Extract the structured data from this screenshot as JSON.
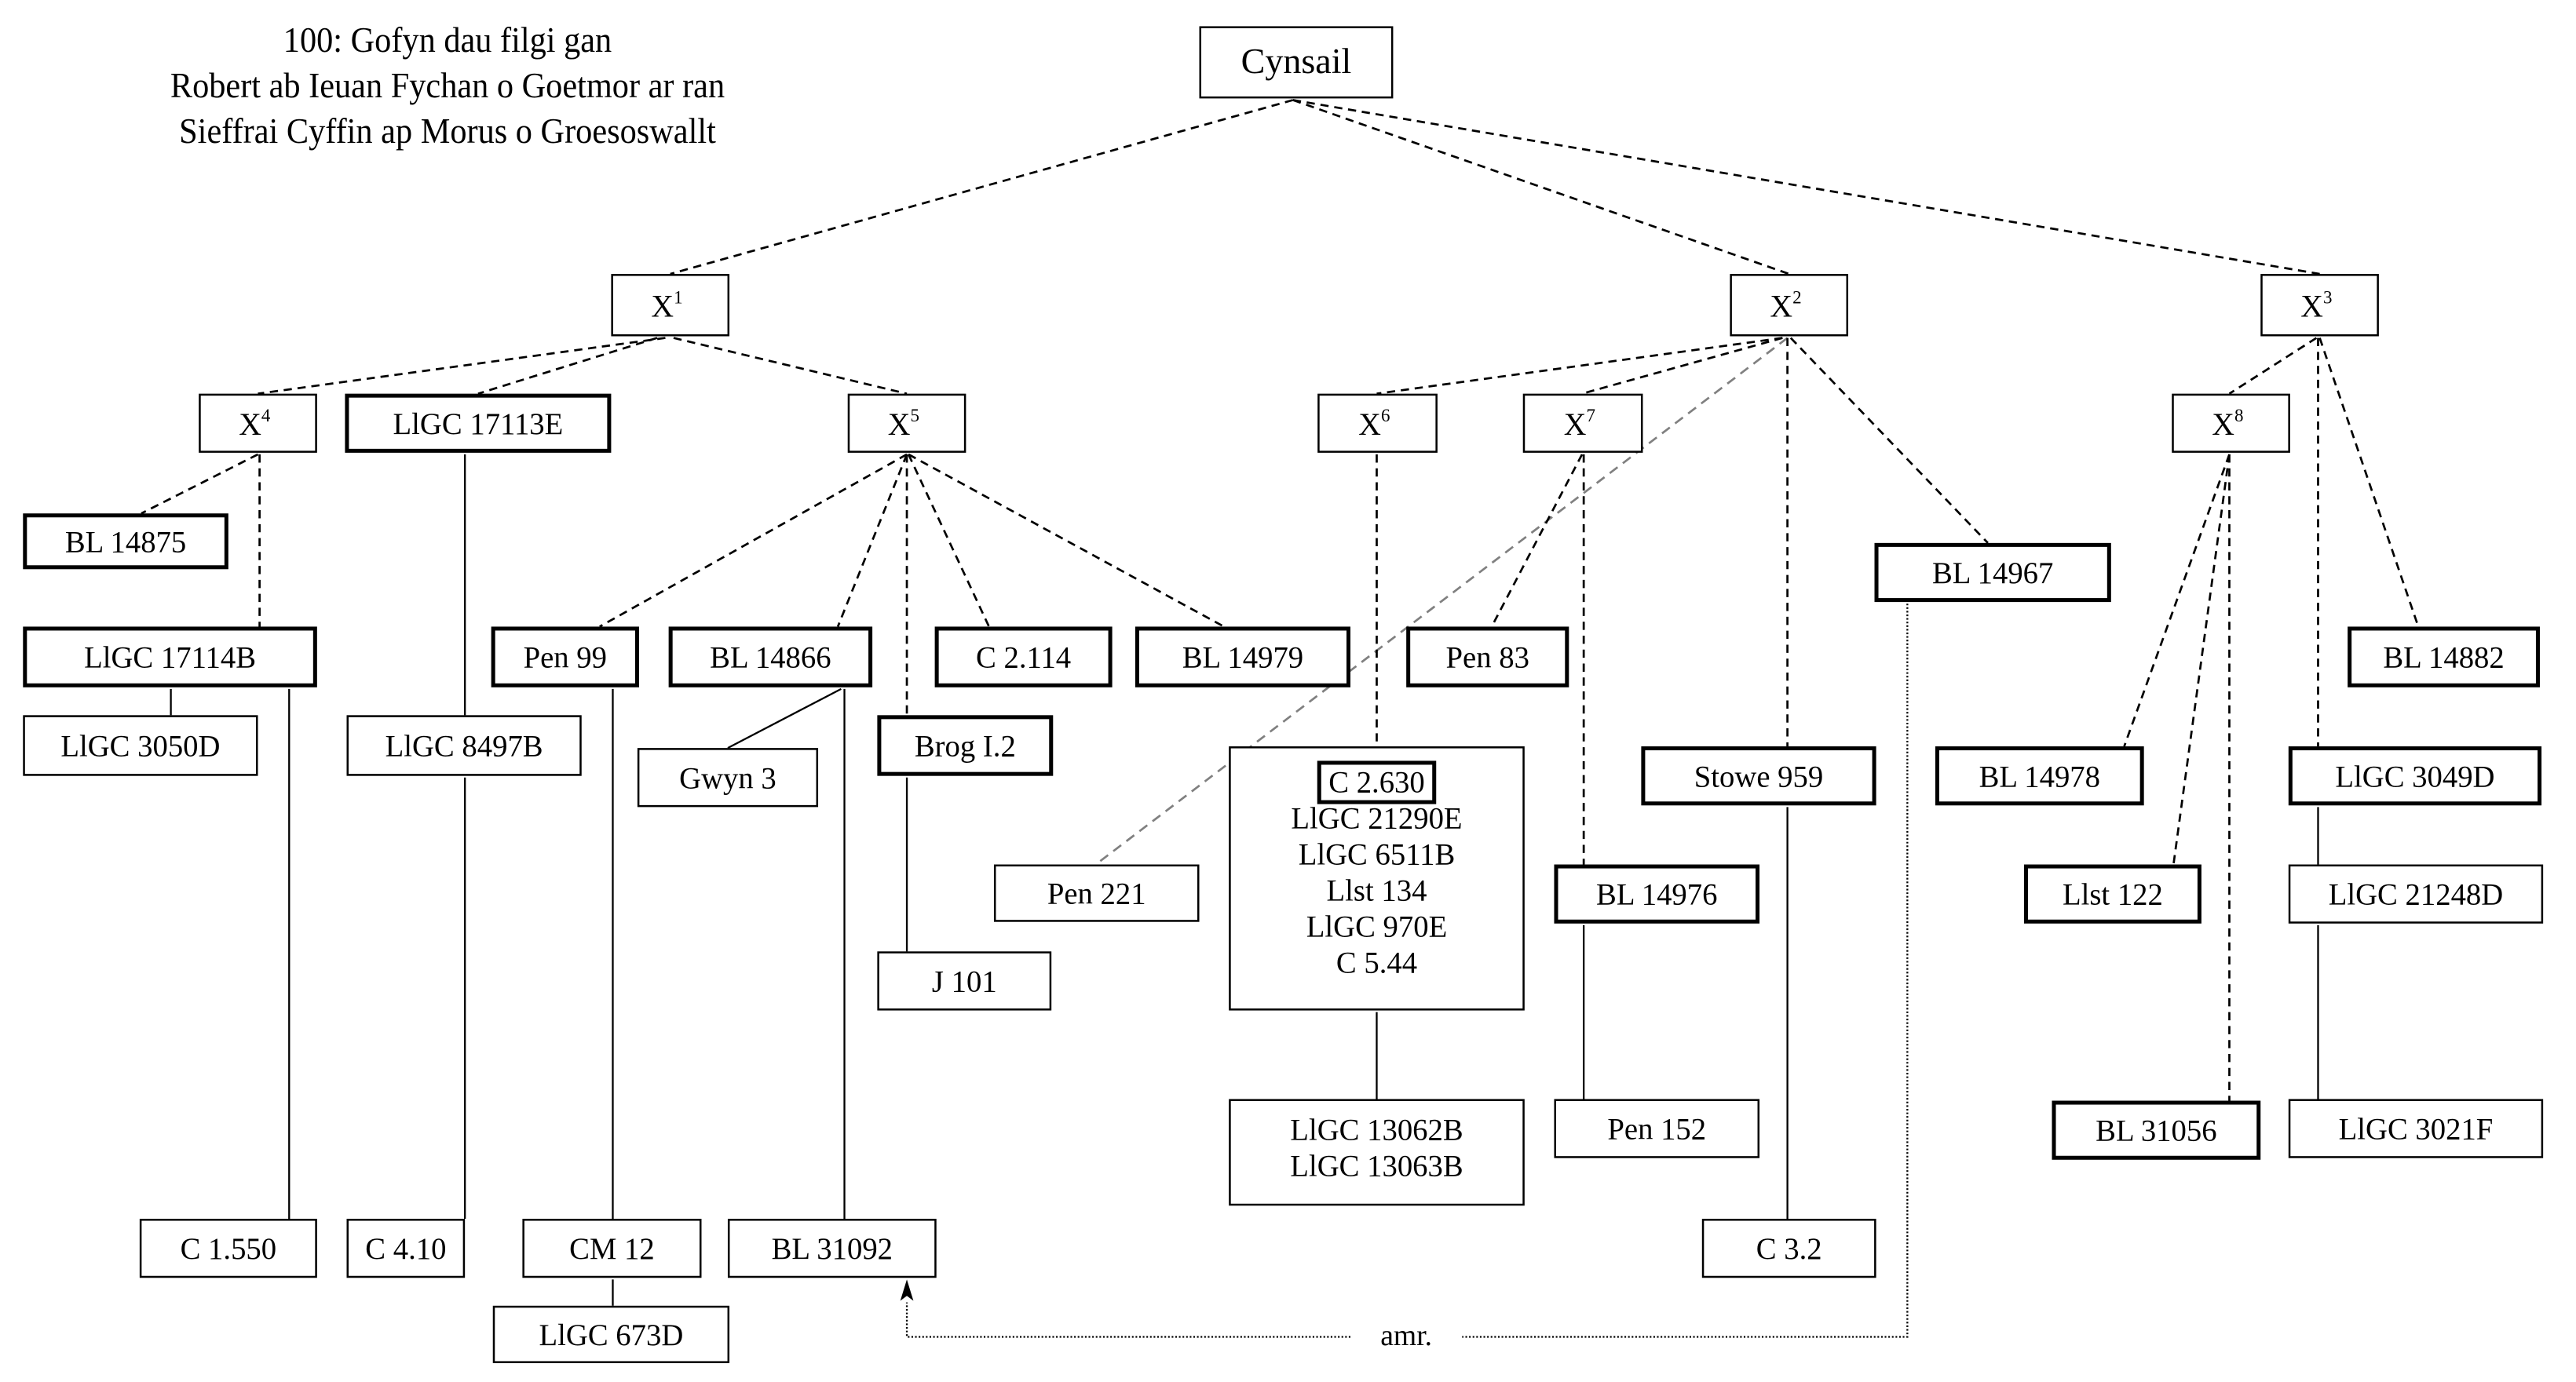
{
  "title": {
    "line1": "100: Gofyn dau filgi gan",
    "line2": "Robert ab Ieuan Fychan o Goetmor ar ran",
    "line3": "Sieffrai Cyffin ap Morus o Groesoswallt"
  },
  "nodes": [
    {
      "id": "cynsail",
      "label": "Cynsail",
      "kind": "archetype"
    },
    {
      "id": "x1",
      "label": "X",
      "sup": "1",
      "kind": "hyparchetype"
    },
    {
      "id": "x2",
      "label": "X",
      "sup": "2",
      "kind": "hyparchetype"
    },
    {
      "id": "x3",
      "label": "X",
      "sup": "3",
      "kind": "hyparchetype"
    },
    {
      "id": "x4",
      "label": "X",
      "sup": "4",
      "kind": "hyparchetype"
    },
    {
      "id": "x5",
      "label": "X",
      "sup": "5",
      "kind": "hyparchetype"
    },
    {
      "id": "x6",
      "label": "X",
      "sup": "6",
      "kind": "hyparchetype"
    },
    {
      "id": "x7",
      "label": "X",
      "sup": "7",
      "kind": "hyparchetype"
    },
    {
      "id": "x8",
      "label": "X",
      "sup": "8",
      "kind": "hyparchetype"
    },
    {
      "id": "llgc17113e",
      "label": "LlGC 17113E",
      "kind": "primary"
    },
    {
      "id": "bl14875",
      "label": "BL 14875",
      "kind": "primary"
    },
    {
      "id": "bl14967",
      "label": "BL 14967",
      "kind": "primary"
    },
    {
      "id": "llgc17114b",
      "label": "LlGC 17114B",
      "kind": "primary"
    },
    {
      "id": "pen99",
      "label": "Pen 99",
      "kind": "primary"
    },
    {
      "id": "bl14866",
      "label": "BL 14866",
      "kind": "primary"
    },
    {
      "id": "c2114",
      "label": "C 2.114",
      "kind": "primary"
    },
    {
      "id": "bl14979",
      "label": "BL 14979",
      "kind": "primary"
    },
    {
      "id": "pen83",
      "label": "Pen 83",
      "kind": "primary"
    },
    {
      "id": "bl14882",
      "label": "BL 14882",
      "kind": "primary"
    },
    {
      "id": "llgc3050d",
      "label": "LlGC 3050D",
      "kind": "copy"
    },
    {
      "id": "llgc8497b",
      "label": "LlGC 8497B",
      "kind": "copy"
    },
    {
      "id": "gwyn3",
      "label": "Gwyn 3",
      "kind": "copy"
    },
    {
      "id": "brogi2",
      "label": "Brog I.2",
      "kind": "primary"
    },
    {
      "id": "c2630group",
      "label": "",
      "kind": "group",
      "lines": [
        "C 2.630",
        "LlGC 21290E",
        "LlGC 6511B",
        "Llst 134",
        "LlGC 970E",
        "C 5.44"
      ],
      "primary_line": "C 2.630"
    },
    {
      "id": "stowe959",
      "label": "Stowe 959",
      "kind": "primary"
    },
    {
      "id": "bl14978",
      "label": "BL 14978",
      "kind": "primary"
    },
    {
      "id": "llgc3049d",
      "label": "LlGC 3049D",
      "kind": "primary"
    },
    {
      "id": "pen221",
      "label": "Pen 221",
      "kind": "copy"
    },
    {
      "id": "bl14976",
      "label": "BL 14976",
      "kind": "primary"
    },
    {
      "id": "llst122",
      "label": "Llst 122",
      "kind": "primary"
    },
    {
      "id": "llgc21248d",
      "label": "LlGC 21248D",
      "kind": "copy"
    },
    {
      "id": "j101",
      "label": "J 101",
      "kind": "copy"
    },
    {
      "id": "llgc13062group",
      "label": "",
      "kind": "group",
      "lines": [
        "LlGC 13062B",
        "LlGC 13063B"
      ]
    },
    {
      "id": "pen152",
      "label": "Pen 152",
      "kind": "copy"
    },
    {
      "id": "bl31056",
      "label": "BL 31056",
      "kind": "primary"
    },
    {
      "id": "llgc3021f",
      "label": "LlGC 3021F",
      "kind": "copy"
    },
    {
      "id": "c1550",
      "label": "C 1.550",
      "kind": "copy"
    },
    {
      "id": "c410",
      "label": "C 4.10",
      "kind": "copy"
    },
    {
      "id": "cm12",
      "label": "CM 12",
      "kind": "copy"
    },
    {
      "id": "bl31092",
      "label": "BL 31092",
      "kind": "copy"
    },
    {
      "id": "c32",
      "label": "C 3.2",
      "kind": "copy"
    },
    {
      "id": "llgc673d",
      "label": "LlGC 673D",
      "kind": "copy"
    }
  ],
  "edges": [
    {
      "from": "cynsail",
      "to": "x1",
      "style": "dashed"
    },
    {
      "from": "cynsail",
      "to": "x2",
      "style": "dashed"
    },
    {
      "from": "cynsail",
      "to": "x3",
      "style": "dashed"
    },
    {
      "from": "x1",
      "to": "x4",
      "style": "dashed"
    },
    {
      "from": "x1",
      "to": "llgc17113e",
      "style": "dashed"
    },
    {
      "from": "x1",
      "to": "x5",
      "style": "dashed"
    },
    {
      "from": "x4",
      "to": "bl14875",
      "style": "dashed"
    },
    {
      "from": "x4",
      "to": "llgc17114b",
      "style": "dashed"
    },
    {
      "from": "x5",
      "to": "pen99",
      "style": "dashed"
    },
    {
      "from": "x5",
      "to": "bl14866",
      "style": "dashed"
    },
    {
      "from": "x5",
      "to": "brogi2",
      "style": "dashed"
    },
    {
      "from": "x5",
      "to": "c2114",
      "style": "dashed"
    },
    {
      "from": "x5",
      "to": "bl14979",
      "style": "dashed"
    },
    {
      "from": "x2",
      "to": "x6",
      "style": "dashed"
    },
    {
      "from": "x2",
      "to": "x7",
      "style": "dashed"
    },
    {
      "from": "x2",
      "to": "pen221",
      "style": "grey-dashed"
    },
    {
      "from": "x2",
      "to": "stowe959",
      "style": "dashed"
    },
    {
      "from": "x2",
      "to": "bl14967",
      "style": "dashed"
    },
    {
      "from": "x6",
      "to": "c2630group",
      "style": "dashed"
    },
    {
      "from": "x7",
      "to": "pen83",
      "style": "dashed"
    },
    {
      "from": "x7",
      "to": "bl14976",
      "style": "dashed"
    },
    {
      "from": "x3",
      "to": "x8",
      "style": "dashed"
    },
    {
      "from": "x3",
      "to": "llgc3049d",
      "style": "dashed"
    },
    {
      "from": "x3",
      "to": "bl14882",
      "style": "dashed"
    },
    {
      "from": "x8",
      "to": "bl14978",
      "style": "dashed"
    },
    {
      "from": "x8",
      "to": "llst122",
      "style": "dashed"
    },
    {
      "from": "x8",
      "to": "bl31056",
      "style": "dashed"
    },
    {
      "from": "llgc17114b",
      "to": "llgc3050d",
      "style": "solid"
    },
    {
      "from": "llgc17114b",
      "to": "c1550",
      "style": "solid"
    },
    {
      "from": "llgc17113e",
      "to": "llgc8497b",
      "style": "solid"
    },
    {
      "from": "llgc8497b",
      "to": "c410",
      "style": "solid"
    },
    {
      "from": "pen99",
      "to": "cm12",
      "style": "solid"
    },
    {
      "from": "cm12",
      "to": "llgc673d",
      "style": "solid"
    },
    {
      "from": "bl14866",
      "to": "gwyn3",
      "style": "solid"
    },
    {
      "from": "bl14866",
      "to": "bl31092",
      "style": "solid"
    },
    {
      "from": "brogi2",
      "to": "j101",
      "style": "solid"
    },
    {
      "from": "c2630group",
      "to": "llgc13062group",
      "style": "solid"
    },
    {
      "from": "bl14976",
      "to": "pen152",
      "style": "solid"
    },
    {
      "from": "stowe959",
      "to": "c32",
      "style": "solid"
    },
    {
      "from": "llgc3049d",
      "to": "llgc21248d",
      "style": "solid"
    },
    {
      "from": "llgc21248d",
      "to": "llgc3021f",
      "style": "solid"
    },
    {
      "from": "bl14967",
      "to": "bl31092",
      "style": "dotted-arrow",
      "label": "amr."
    }
  ],
  "annotation": {
    "contamination_label": "amr."
  }
}
